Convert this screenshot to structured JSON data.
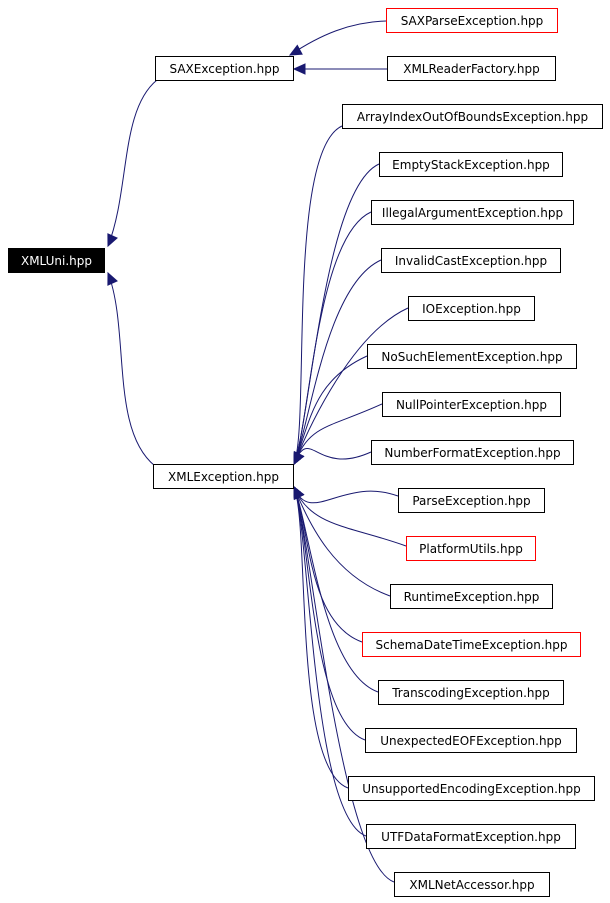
{
  "colors": {
    "edge": "#191970",
    "link_border": "#ff0000",
    "box_border": "#000000",
    "root_fill": "#000000"
  },
  "nodes": {
    "xmluni": "XMLUni.hpp",
    "saxexception": "SAXException.hpp",
    "xmlexception": "XMLException.hpp",
    "saxparseexception": "SAXParseException.hpp",
    "xmlreaderfactory": "XMLReaderFactory.hpp",
    "arrayindexoutofbounds": "ArrayIndexOutOfBoundsException.hpp",
    "emptystack": "EmptyStackException.hpp",
    "illegalargument": "IllegalArgumentException.hpp",
    "invalidcast": "InvalidCastException.hpp",
    "ioexception": "IOException.hpp",
    "nosuchelement": "NoSuchElementException.hpp",
    "nullpointer": "NullPointerException.hpp",
    "numberformat": "NumberFormatException.hpp",
    "parseexception": "ParseException.hpp",
    "platformutils": "PlatformUtils.hpp",
    "runtimeexception": "RuntimeException.hpp",
    "schemadatetime": "SchemaDateTimeException.hpp",
    "transcoding": "TranscodingException.hpp",
    "unexpectedeof": "UnexpectedEOFException.hpp",
    "unsupportedencoding": "UnsupportedEncodingException.hpp",
    "utfdataformat": "UTFDataFormatException.hpp",
    "xmlnetaccessor": "XMLNetAccessor.hpp"
  }
}
